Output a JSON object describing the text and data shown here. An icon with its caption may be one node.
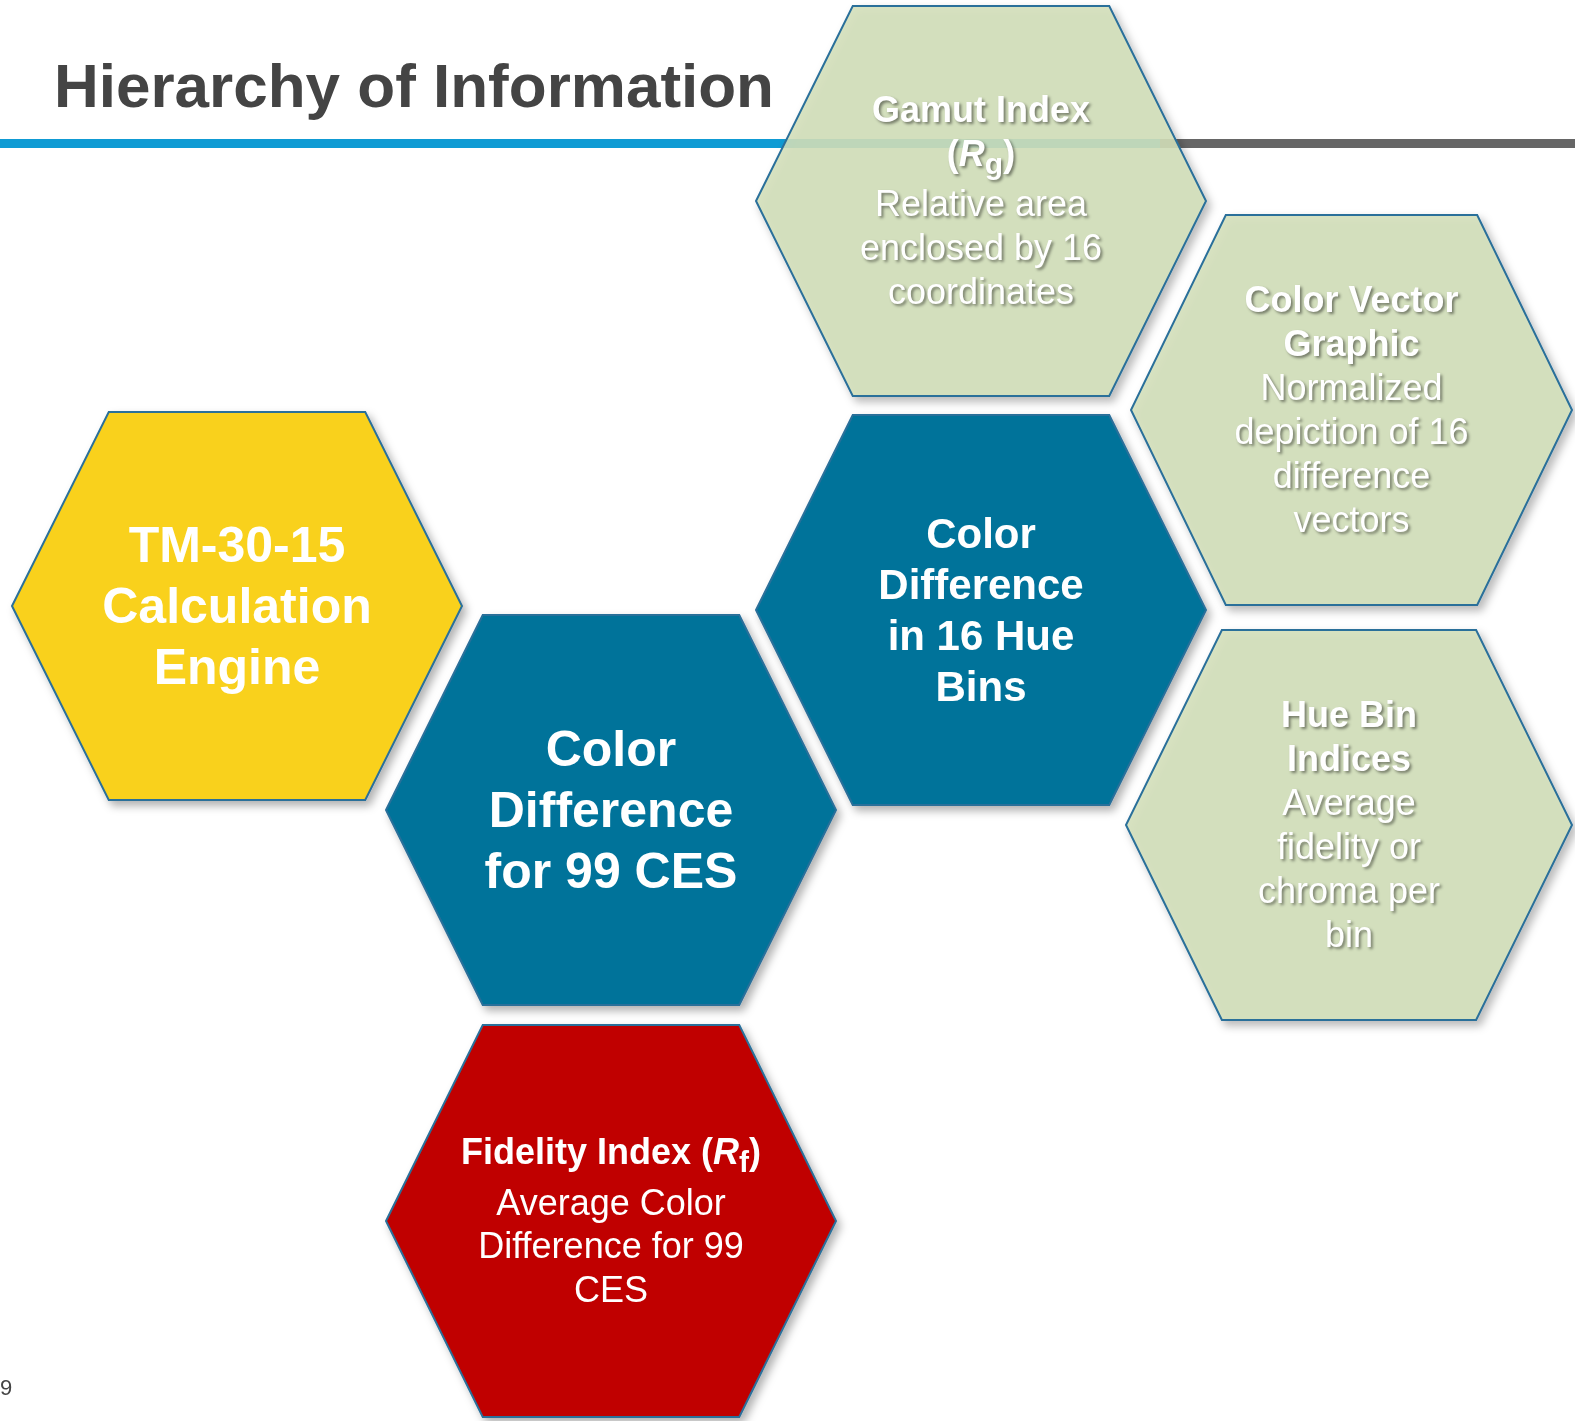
{
  "diagram": {
    "title": "Hierarchy of Information",
    "nodes": [
      {
        "text": [
          "TM-30-15 Calculation Engine"
        ]
      },
      {
        "text": [
          "Color Difference for 99 CES"
        ]
      },
      {
        "text": [
          "Color Difference in 16 Hue Bins"
        ]
      },
      {
        "text": [
          "Gamut Index (*R*$_{g}$)",
          "Relative area enclosed by 16 coordinates"
        ]
      },
      {
        "text": [
          "Color Vector Graphic",
          "Normalized depiction of 16 difference vectors"
        ]
      },
      {
        "text": [
          "Hue Bin Indices",
          "Average fidelity or chroma per bin"
        ]
      },
      {
        "text": [
          "Fidelity Index (*R*$_{f}$)",
          "Average Color Difference for 99 CES"
        ]
      }
    ],
    "edges": [],
    "labels": [
      "9"
    ]
  }
}
